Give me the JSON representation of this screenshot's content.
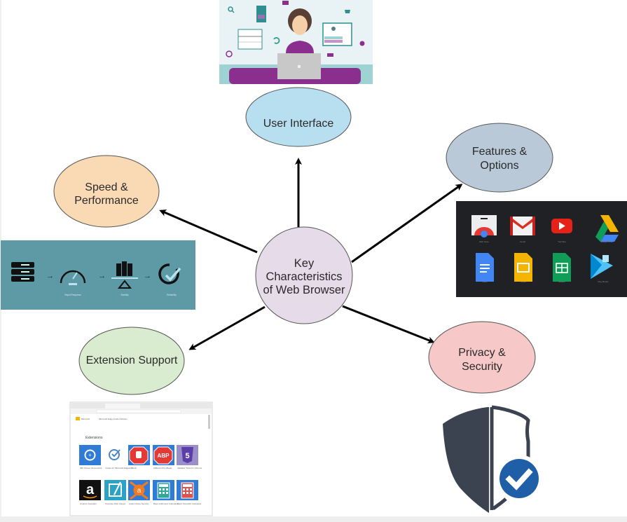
{
  "diagram": {
    "center": {
      "lines": [
        "Key",
        "Characteristics",
        "of Web Browser"
      ],
      "fill": "#e6dbe9"
    },
    "nodes": {
      "user_interface": {
        "lines": [
          "User Interface"
        ],
        "fill": "#b8dff0"
      },
      "features_options": {
        "lines": [
          "Features &",
          "Options"
        ],
        "fill": "#b9c9d8"
      },
      "speed_performance": {
        "lines": [
          "Speed &",
          "Performance"
        ],
        "fill": "#fad9b5"
      },
      "extension_support": {
        "lines": [
          "Extension Support"
        ],
        "fill": "#d9ecd0"
      },
      "privacy_security": {
        "lines": [
          "Privacy &",
          "Security"
        ],
        "fill": "#f6c8c8"
      }
    },
    "speed_image": {
      "steps": [
        "Rapid Response",
        "Stability",
        "Reliability"
      ],
      "background": "#5e9aa6"
    },
    "features_image": {
      "apps": [
        "Web Store",
        "Gmail",
        "YouTube",
        "Google Drive",
        "Docs",
        "Slides",
        "Sheets",
        "Play Books"
      ],
      "background": "#202124"
    },
    "extension_image": {
      "brand": "Microsoft",
      "page_title": "Microsoft Edge Insider Addons",
      "section": "Extensions",
      "extensions": [
        "360 Screen Screenshot",
        "Invoke for Microsoft Edge",
        "AdBlock",
        "Adblock Plus (Beta)",
        "Validator Tools for Chrome",
        "Amazon Assistant",
        "OneNote Web Clipper",
        "Avast Online Security",
        "Basic Arithmetic Calculator",
        "Basic Scientific Calculator"
      ]
    },
    "security_image": {
      "shield_color": "#3b4250",
      "check_color": "#1f5fa8"
    },
    "ui_image": {
      "accent": "#8b2f8f",
      "background": "#e9f3f5"
    }
  }
}
